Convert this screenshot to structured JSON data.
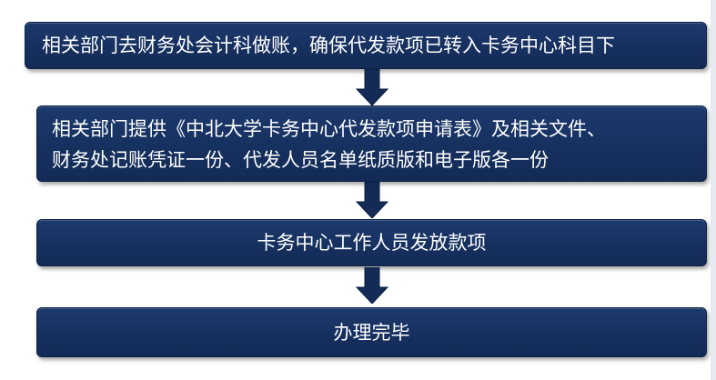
{
  "steps": [
    {
      "lines": [
        "相关部门去财务处会计科做账，确保代发款项已转入卡务中心科目下"
      ]
    },
    {
      "lines": [
        "相关部门提供《中北大学卡务中心代发款项申请表》及相关文件、",
        "财务处记账凭证一份、代发人员名单纸质版和电子版各一份"
      ]
    },
    {
      "lines": [
        "卡务中心工作人员发放款项"
      ]
    },
    {
      "lines": [
        "办理完毕"
      ]
    }
  ],
  "colors": {
    "box_fill": "#16305f",
    "box_border": "#0e2246",
    "arrow_fill": "#132b56",
    "text": "#ffffff"
  }
}
